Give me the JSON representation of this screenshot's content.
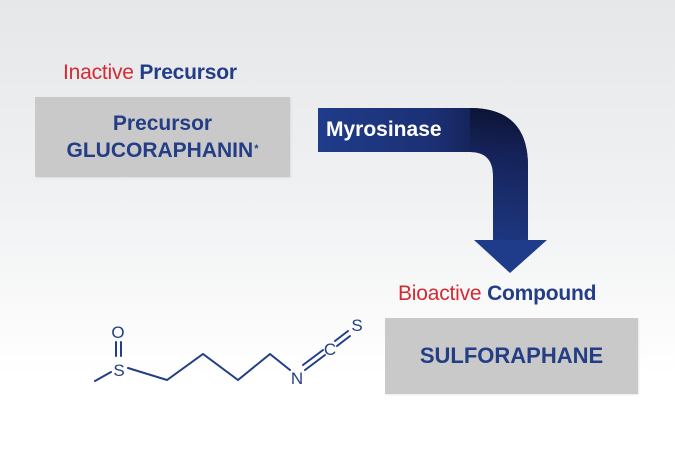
{
  "precursor_heading": {
    "word1": "Inactive",
    "word2": "Precursor"
  },
  "precursor_box": {
    "line1": "Precursor",
    "line2": "GLUCORAPHANIN",
    "marker": "*"
  },
  "enzyme": {
    "label": "Myrosinase"
  },
  "product_heading": {
    "word1": "Bioactive",
    "word2": "Compound"
  },
  "product_box": {
    "label": "SULFORAPHANE"
  },
  "molecule": {
    "atoms": {
      "oxygen": "O",
      "sulfur_left": "S",
      "nitrogen": "N",
      "carbon": "C",
      "sulfur_right": "S"
    }
  },
  "colors": {
    "red": "#d42a34",
    "blue": "#243e86",
    "box_gray": "#c9c9c9",
    "arrow_dark": "#1a2458"
  }
}
